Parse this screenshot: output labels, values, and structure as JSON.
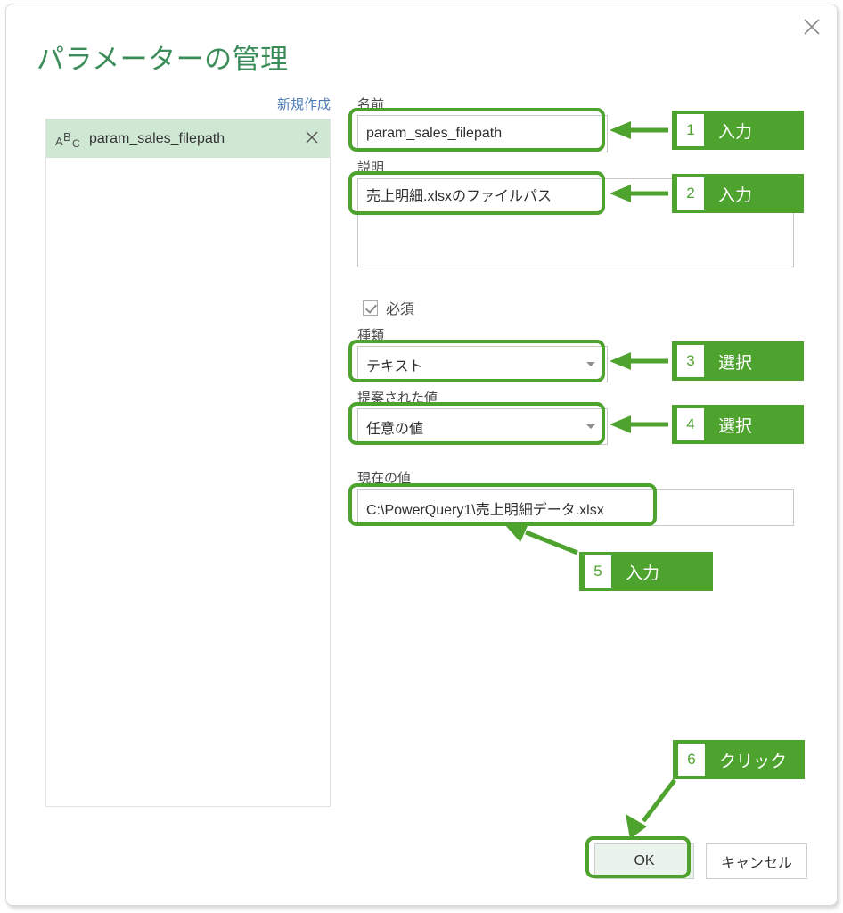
{
  "dialog": {
    "title": "パラメーターの管理",
    "close_icon": "close-icon"
  },
  "left_panel": {
    "new_link": "新規作成",
    "items": [
      {
        "type_icon": "abc-text-type-icon",
        "name": "param_sales_filepath",
        "remove_icon": "close-icon"
      }
    ]
  },
  "form": {
    "name_label": "名前",
    "name_value": "param_sales_filepath",
    "description_label": "説明",
    "description_value": "売上明細.xlsxのファイルパス",
    "required_label": "必須",
    "required_checked": true,
    "type_label": "種類",
    "type_value": "テキスト",
    "suggested_label": "提案された値",
    "suggested_value": "任意の値",
    "current_label": "現在の値",
    "current_value": "C:\\PowerQuery1\\売上明細データ.xlsx"
  },
  "buttons": {
    "ok": "OK",
    "cancel": "キャンセル"
  },
  "annotations": [
    {
      "num": "1",
      "caption": "入力"
    },
    {
      "num": "2",
      "caption": "入力"
    },
    {
      "num": "3",
      "caption": "選択"
    },
    {
      "num": "4",
      "caption": "選択"
    },
    {
      "num": "5",
      "caption": "入力"
    },
    {
      "num": "6",
      "caption": "クリック"
    }
  ],
  "colors": {
    "accent_green": "#4ea32e",
    "title_green": "#3b8c58",
    "link_blue": "#4a79b5",
    "selection_green": "#cfe8d3"
  }
}
